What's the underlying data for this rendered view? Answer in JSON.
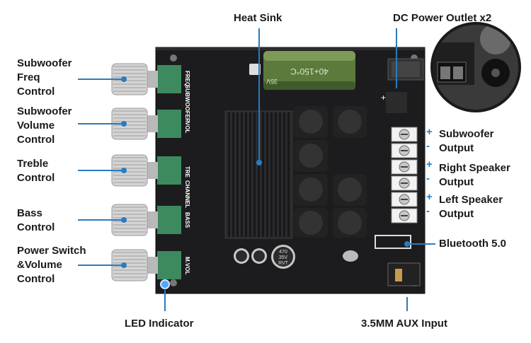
{
  "labels": {
    "heat_sink": "Heat Sink",
    "dc_power": "DC Power Outlet x2",
    "sub_freq": "Subwoofer\nFreq\nControl",
    "sub_volume": "Subwoofer\nVolume\nControl",
    "treble": "Treble\nControl",
    "bass": "Bass\nControl",
    "power_switch": "Power Switch\n&Volume\nControl",
    "sub_output": "Subwoofer\nOutput",
    "right_output": "Right Speaker\nOutput",
    "left_output": "Left Speaker\nOutput",
    "bluetooth": "Bluetooth 5.0",
    "led": "LED Indicator",
    "aux": "3.5MM AUX Input"
  },
  "board_text": {
    "freq": "FREQ",
    "subwoofer": "SUBWOOFER",
    "vol": "VOL",
    "tre": "TRE",
    "channel": "CHANNEL",
    "bass": "BASS",
    "mvol": "M.VOL",
    "cap_big": "40+150°C",
    "cap_big2": "35V",
    "cap_470": "470",
    "cap_35v": "35V",
    "cap_rvt": "RVT"
  },
  "colors": {
    "accent": "#2a7bbf",
    "board": "#1c1c1e",
    "heatsink": "#2b2b2d",
    "pot_green": "#3d8a5e"
  },
  "icons": {
    "plus": "+",
    "minus": "-"
  }
}
